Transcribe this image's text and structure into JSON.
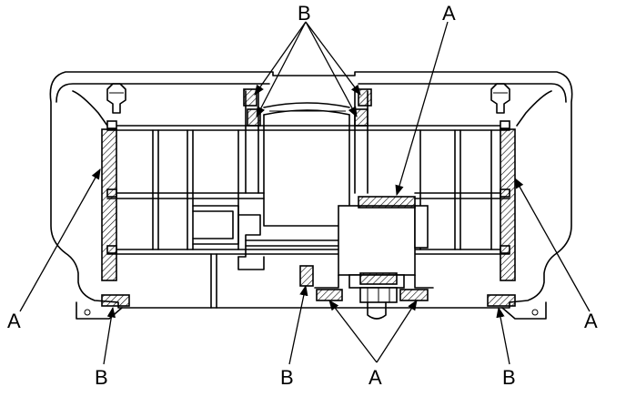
{
  "labels": {
    "top_b": "B",
    "top_right_a": "A",
    "left_a": "A",
    "right_a": "A",
    "bottom_left_b": "B",
    "bottom_center_b": "B",
    "bottom_center_a": "A",
    "bottom_right_b": "B"
  },
  "colors": {
    "line": "#000000",
    "background": "#ffffff",
    "hatch": "#000000"
  }
}
